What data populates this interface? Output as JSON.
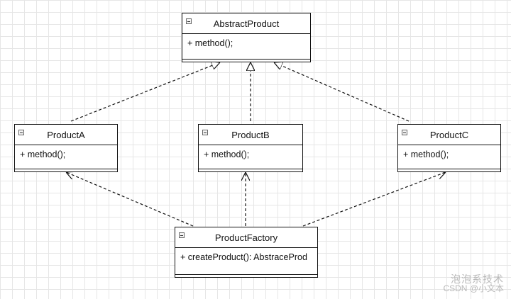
{
  "classes": {
    "abstract_product": {
      "name": "AbstractProduct",
      "method": "+ method();"
    },
    "product_a": {
      "name": "ProductA",
      "method": "+ method();"
    },
    "product_b": {
      "name": "ProductB",
      "method": "+ method();"
    },
    "product_c": {
      "name": "ProductC",
      "method": "+ method();"
    },
    "product_factory": {
      "name": "ProductFactory",
      "method": "+ createProduct(): AbstraceProd"
    }
  },
  "watermark": {
    "line1": "泡泡系技术",
    "line2": "CSDN @小文本"
  }
}
